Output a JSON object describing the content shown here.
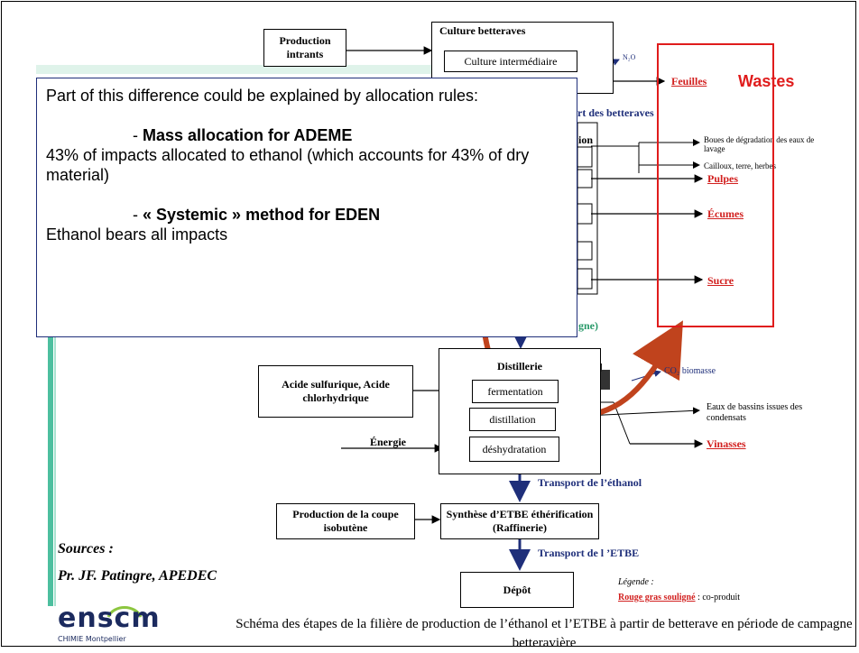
{
  "colors": {
    "coproduct_red": "#d2201f",
    "wastes_red": "#e01c1c",
    "transport_navy": "#1f2f7a",
    "deco_green": "#4dbf9f",
    "logo_navy": "#1b2a5e",
    "logo_green": "#8cc63f",
    "curve_orange": "#c0431d"
  },
  "diagram": {
    "culture_title": "Culture betteraves",
    "production_intrants": "Production intrants",
    "culture_intermediaire": "Culture intermédiaire",
    "n2o": "N₂O",
    "feuilles": "Feuilles",
    "transport_betteraves": "rt des betteraves",
    "sucrerie_fragment": "ion",
    "boues": "Boues de dégradation des eaux de lavage",
    "cailloux": "Cailloux, terre, herbes",
    "pulpes": "Pulpes",
    "ecumes": "Écumes",
    "sucre": "Sucre",
    "campagne_fragment": "gne)",
    "acide": "Acide sulfurique, Acide chlorhydrique",
    "distillerie": "Distillerie",
    "fermentation": "fermentation",
    "distillation": "distillation",
    "deshydratation": "déshydratation",
    "energie": "Énergie",
    "co2": "CO₂ biomasse",
    "eaux_bassins": "Eaux de bassins issues des condensats",
    "vinasses": "Vinasses",
    "transport_ethanol": "Transport de l’éthanol",
    "production_coupe": "Production de la coupe isobutène",
    "synthese": "Synthèse d’ETBE éthérification (Raffinerie)",
    "transport_etbe": "Transport de l ’ETBE",
    "depot": "Dépôt",
    "legende_title": "Légende :",
    "legende_key": "Rouge gras souligné",
    "legende_text": " : co-produit",
    "caption": "Schéma des étapes de la filière de production de l’éthanol et l’ETBE à partir de betterave en période de campagne betteravière"
  },
  "overlay": {
    "intro": "Part of this difference could be explained by allocation rules:",
    "mass_prefix": "- ",
    "mass_title": "Mass allocation for ADEME",
    "mass_text": "43% of impacts allocated to ethanol (which accounts for 43% of dry material)",
    "systemic_prefix": "- ",
    "systemic_title": "« Systemic » method for EDEN",
    "systemic_text": "Ethanol bears all impacts"
  },
  "wastes_label": "Wastes",
  "sources": {
    "label": "Sources :",
    "author": "Pr. JF. Patingre, APEDEC"
  },
  "logo": {
    "name": "enscm",
    "subtitle": "CHIMIE Montpellier"
  }
}
